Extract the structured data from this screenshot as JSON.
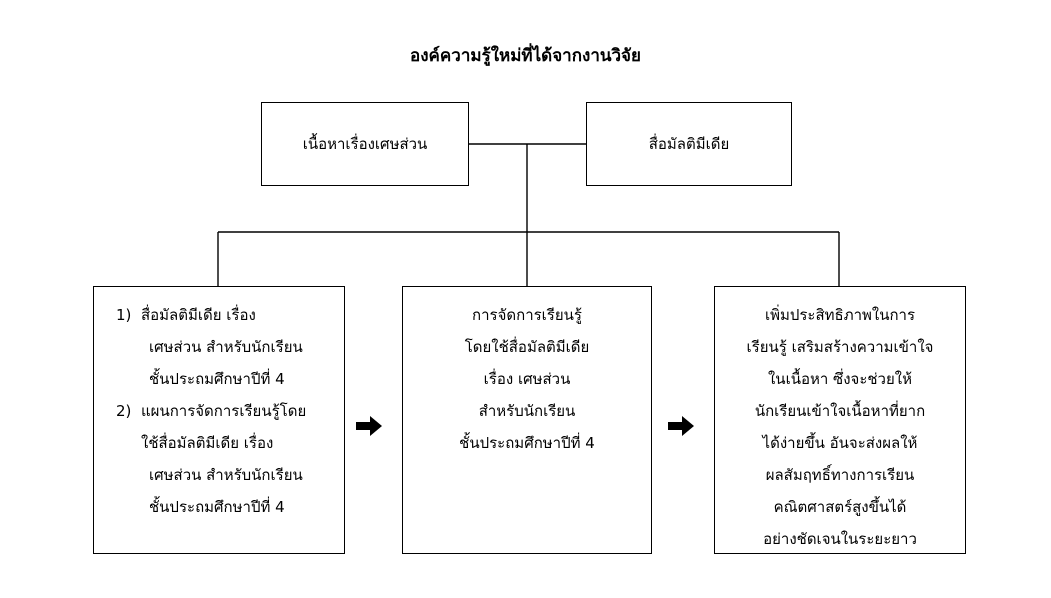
{
  "title": "องค์ความรู้ใหม่ที่ได้จากงานวิจัย",
  "top": {
    "content": "เนื้อหาเรื่องเศษส่วน",
    "media": "สื่อมัลติมีเดีย"
  },
  "output": {
    "items": [
      {
        "num": "1)",
        "lines": [
          "สื่อมัลติมีเดีย เรื่อง",
          "เศษส่วน สำหรับนักเรียน",
          "ชั้นประถมศึกษาปีที่ 4"
        ]
      },
      {
        "num": "2)",
        "lines": [
          "แผนการจัดการเรียนรู้โดย",
          "ใช้สื่อมัลติมีเดีย เรื่อง",
          "เศษส่วน สำหรับนักเรียน",
          "ชั้นประถมศึกษาปีที่ 4"
        ]
      }
    ]
  },
  "process": {
    "lines": [
      "การจัดการเรียนรู้",
      "โดยใช้สื่อมัลติมีเดีย",
      "เรื่อง เศษส่วน",
      "สำหรับนักเรียน",
      "ชั้นประถมศึกษาปีที่ 4"
    ]
  },
  "result": {
    "lines": [
      "เพิ่มประสิทธิภาพในการ",
      "เรียนรู้ เสริมสร้างความเข้าใจ",
      "ในเนื้อหา ซึ่งจะช่วยให้",
      "นักเรียนเข้าใจเนื้อหาที่ยาก",
      "ได้ง่ายขึ้น อันจะส่งผลให้",
      "ผลสัมฤทธิ์ทางการเรียน",
      "คณิตศาสตร์สูงขึ้นได้",
      "อย่างชัดเจนในระยะยาว"
    ]
  }
}
